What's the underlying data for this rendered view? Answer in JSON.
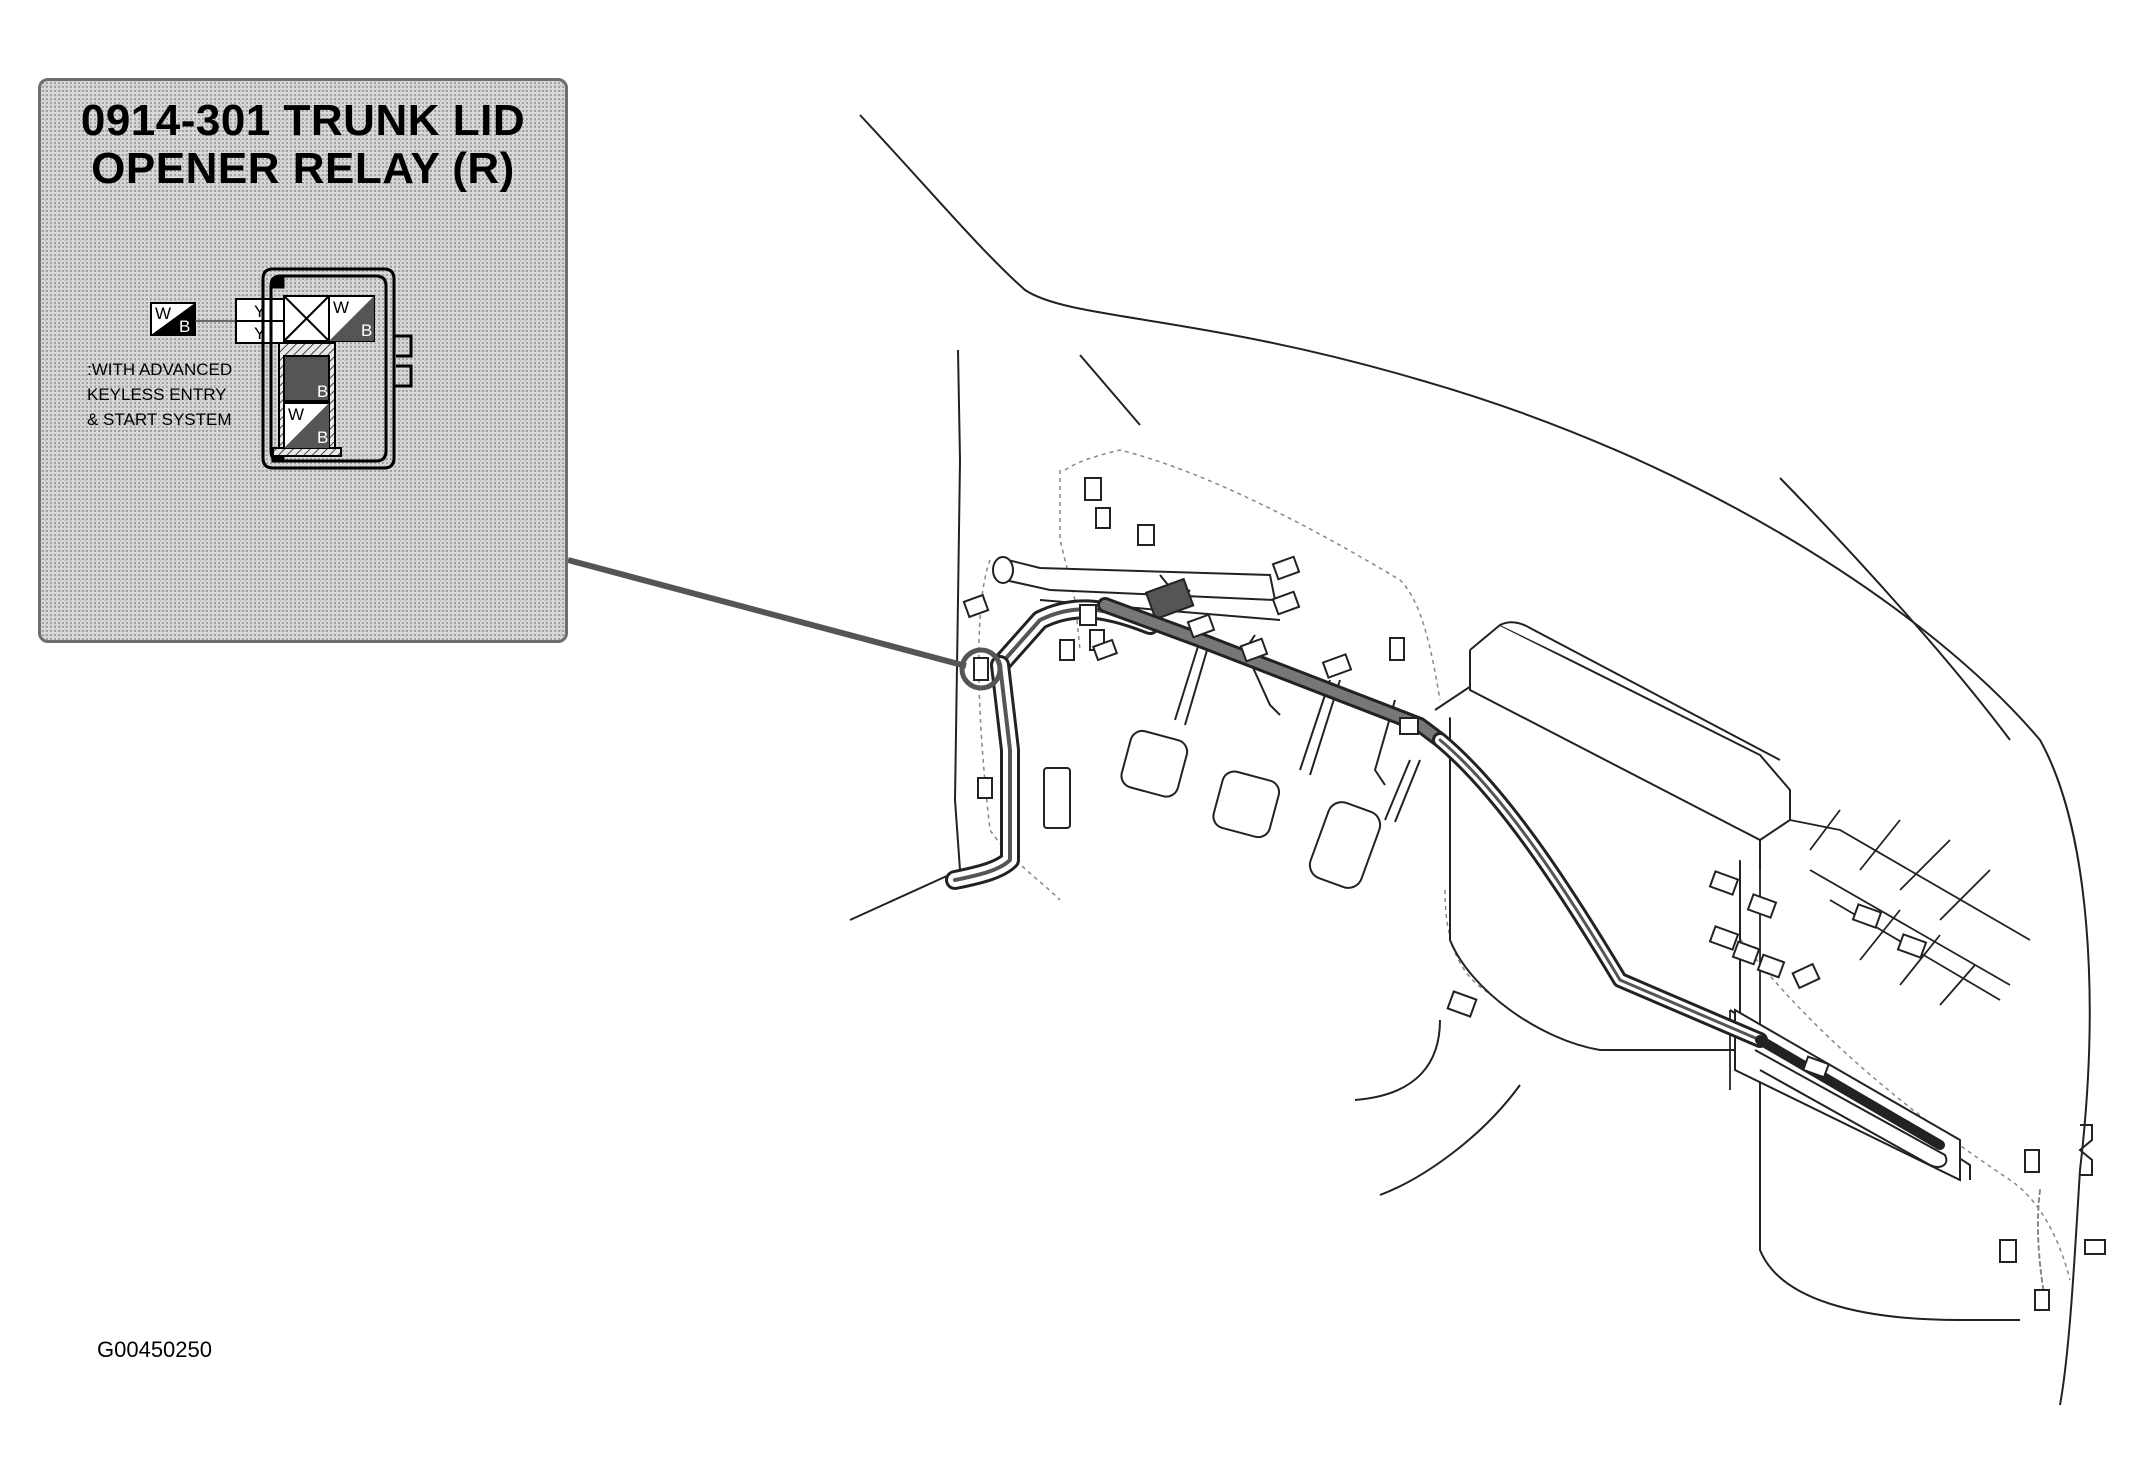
{
  "callout": {
    "title_line1": "0914-301 TRUNK LID",
    "title_line2": "OPENER RELAY (R)",
    "note_lines": [
      ":WITH ADVANCED",
      "KEYLESS ENTRY",
      "& START SYSTEM"
    ],
    "legend_wire": {
      "top": "W",
      "bottom": "B"
    },
    "connector_pins": {
      "harness_top": "Y",
      "harness_bottom": "Y",
      "pin_top_right": {
        "top": "W",
        "bottom": "B"
      },
      "pin_middle": "B",
      "pin_bottom": {
        "top": "W",
        "bottom": "B"
      }
    }
  },
  "figure_id": "G00450250",
  "colors": {
    "box_fill": "#d9d9d9",
    "box_border": "#6e6e6e",
    "wire_dark": "#555555",
    "line": "#222222"
  }
}
